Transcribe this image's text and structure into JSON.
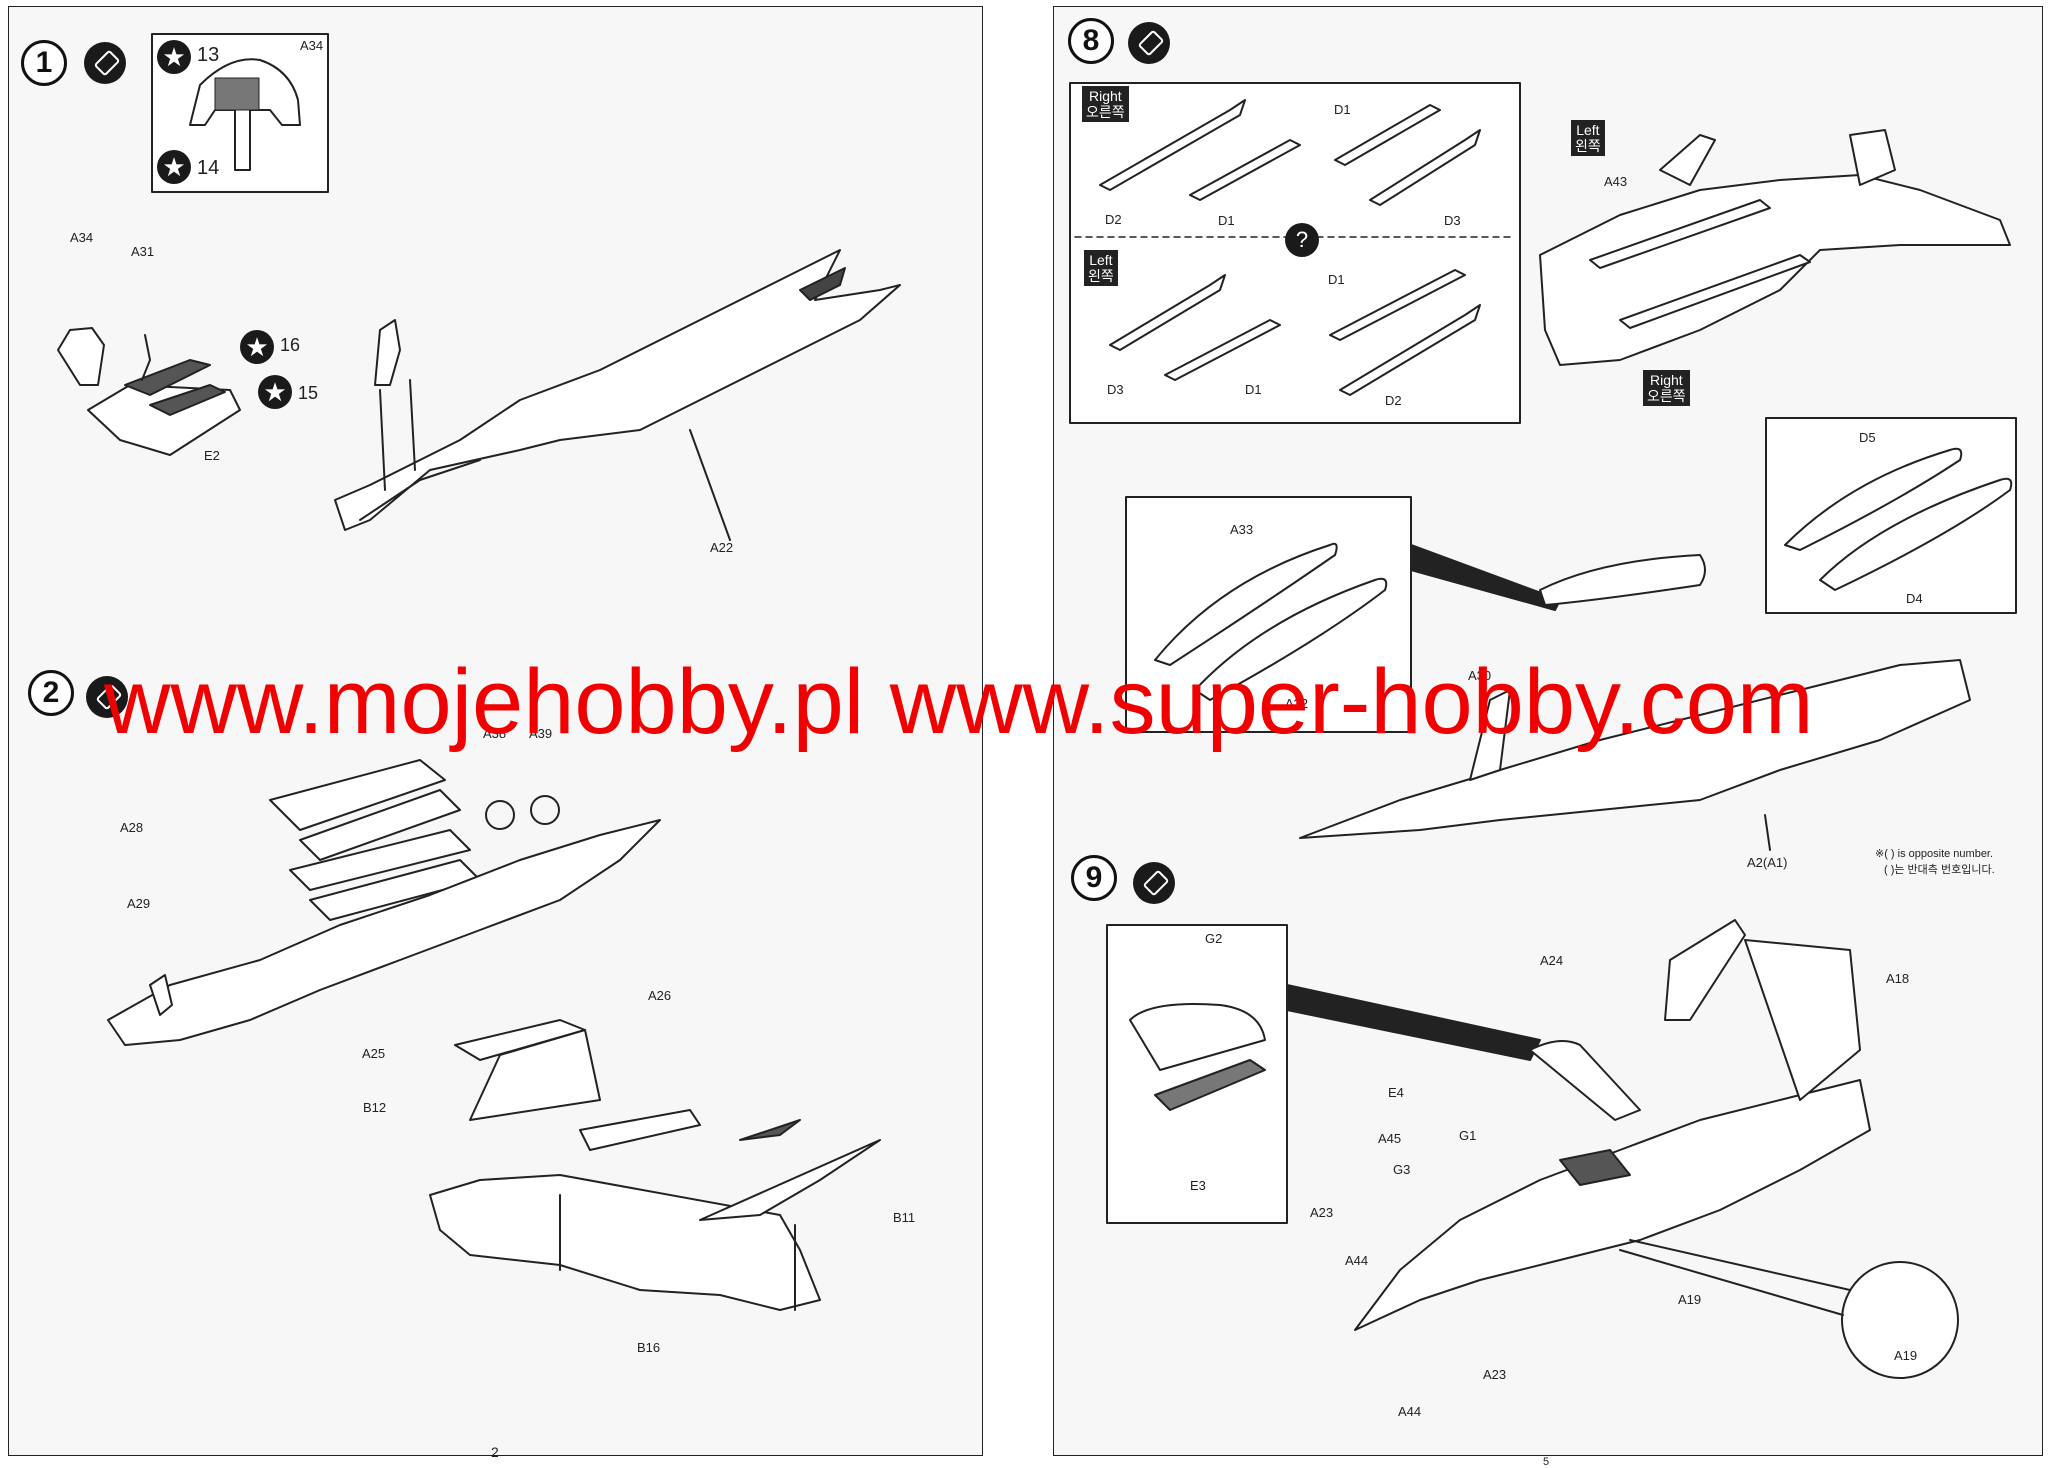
{
  "left_page": {
    "page_number": "2",
    "step1": {
      "number": "1",
      "inset_parts": [
        "13",
        "14",
        "A34"
      ],
      "parts": [
        "A34",
        "A31",
        "16",
        "15",
        "E2",
        "A22"
      ]
    },
    "step2": {
      "number": "2",
      "parts": [
        "A28",
        "A29",
        "A38",
        "A39",
        "A26",
        "A25",
        "B12",
        "B11",
        "B16"
      ]
    }
  },
  "right_page": {
    "page_number": "5",
    "step8": {
      "number": "8",
      "missile_box": {
        "right_tag": [
          "Right",
          "오른쪽"
        ],
        "left_tag": [
          "Left",
          "왼쪽"
        ],
        "question_mark": "?",
        "parts_top_left": [
          "D2",
          "D1"
        ],
        "parts_top_right": [
          "D1",
          "D3"
        ],
        "parts_bottom_left": [
          "D3",
          "D1"
        ],
        "parts_bottom_right": [
          "D1",
          "D2"
        ]
      },
      "aircraft_tags": {
        "left": [
          "Left",
          "왼쪽"
        ],
        "right": [
          "Right",
          "오른쪽"
        ]
      },
      "parts": [
        "A43",
        "A33",
        "A32",
        "A30",
        "D5",
        "D4",
        "A2(A1)"
      ],
      "note_line1": "※( ) is opposite number.",
      "note_line2": "( )는 반대측 번호입니다."
    },
    "step9": {
      "number": "9",
      "inset_parts": [
        "G2",
        "E3"
      ],
      "parts": [
        "A24",
        "A18",
        "E4",
        "A45",
        "G1",
        "G3",
        "A23",
        "A44",
        "A19",
        "A23",
        "A44",
        "A19"
      ]
    }
  },
  "watermark": "www.mojehobby.pl www.super-hobby.com",
  "colors": {
    "watermark": "#f00000",
    "ink": "#222222",
    "paper": "#f7f7f7"
  }
}
